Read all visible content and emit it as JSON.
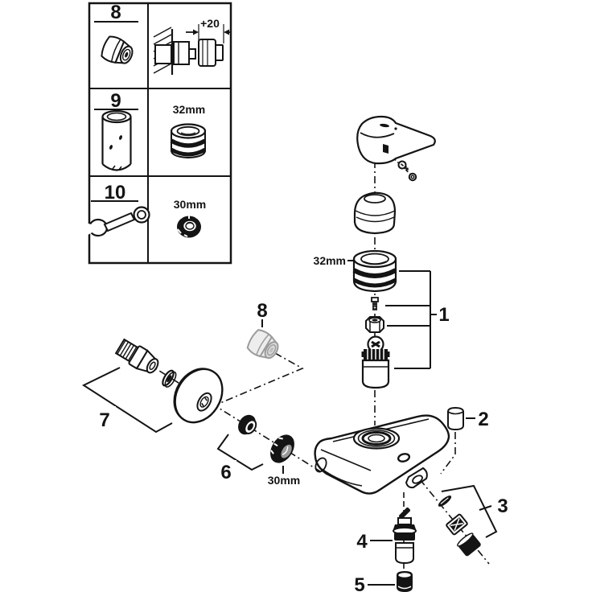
{
  "colors": {
    "ink": "#141414",
    "paper": "#ffffff",
    "ghost_stroke": "#9c9c9c",
    "ghost_fill": "#ededed"
  },
  "legend_table": {
    "rows": [
      {
        "num": "8",
        "dim_label": "+20"
      },
      {
        "num": "9",
        "dim_label": "32mm"
      },
      {
        "num": "10",
        "dim_label": "30mm"
      }
    ]
  },
  "main_diagram": {
    "callouts": {
      "cartridge_assembly": "1",
      "top_plug": "2",
      "spout_outlet_set": "3",
      "diverter": "4",
      "diverter_cap": "5",
      "inlet_nut_set": "6",
      "s_union_set": "7",
      "extension": "8"
    },
    "dimensions": {
      "cartridge_ring": "32mm",
      "union_nut": "30mm"
    }
  }
}
